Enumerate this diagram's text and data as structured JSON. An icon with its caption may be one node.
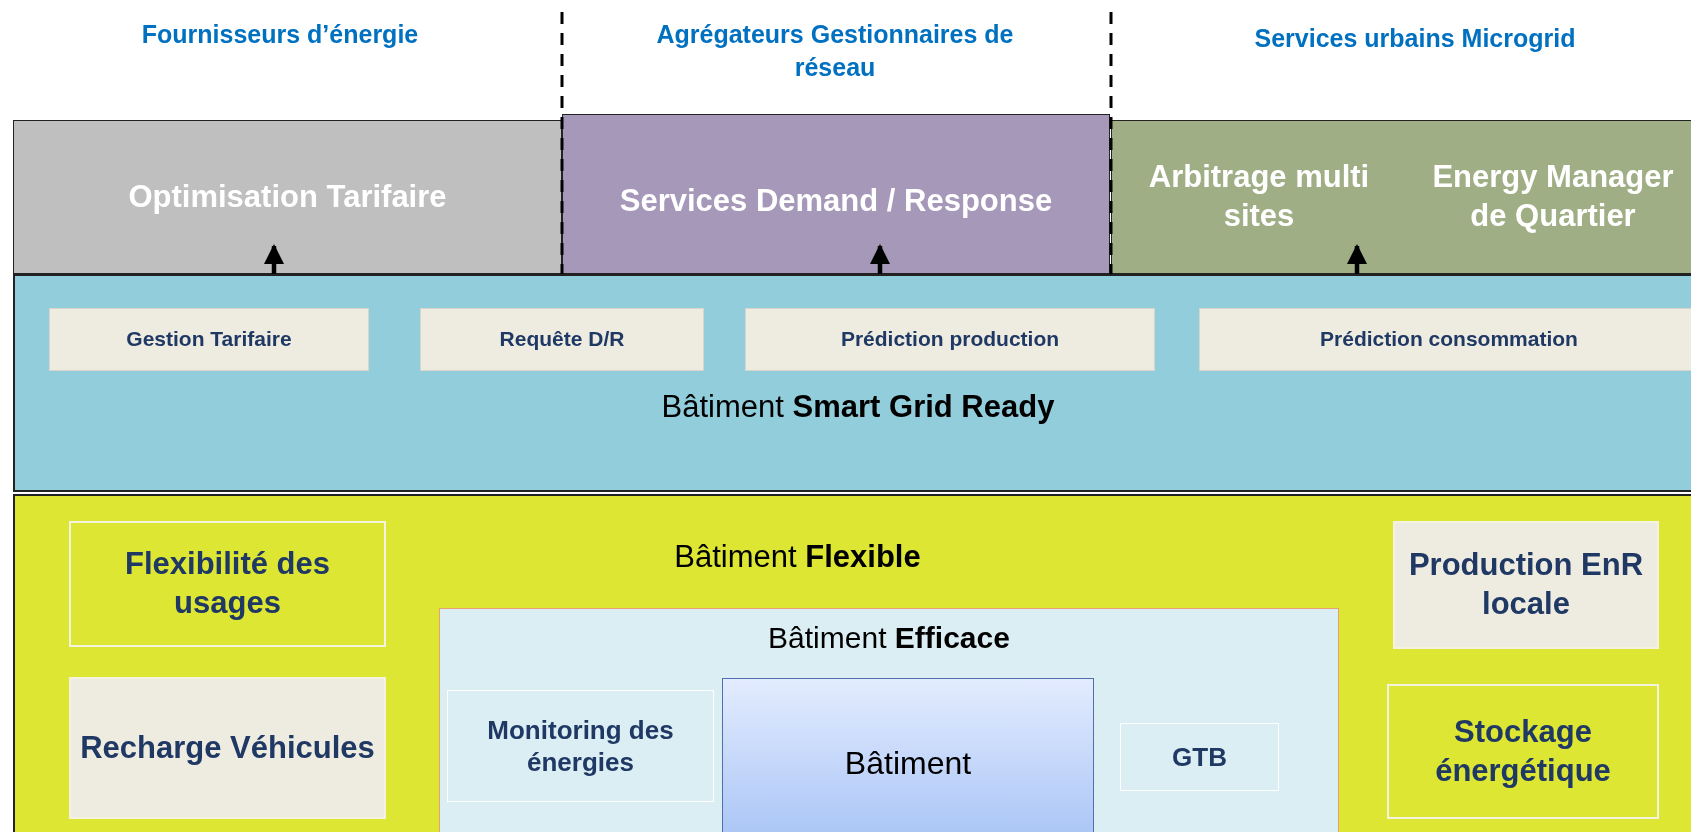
{
  "diagram": {
    "nodes": [
      {
        "text": [
          "Optimisation Tarifaire"
        ]
      },
      {
        "text": [
          "Services Demand / Response"
        ]
      },
      {
        "text": [
          "Arbitrage multi sites",
          "Energy Manager de Quartier"
        ]
      },
      {
        "text": [
          "Bâtiment **Smart Grid Ready**"
        ]
      },
      {
        "text": [
          "Gestion Tarifaire"
        ],
        "in": 3
      },
      {
        "text": [
          "Requête D/R"
        ],
        "in": 3
      },
      {
        "text": [
          "Prédiction production"
        ],
        "in": 3
      },
      {
        "text": [
          "Prédiction consommation"
        ],
        "in": 3
      },
      {
        "text": [
          "Bâtiment **Flexible**"
        ]
      },
      {
        "text": [
          "Flexibilité des usages"
        ],
        "in": 8
      },
      {
        "text": [
          "Recharge Véhicules"
        ],
        "in": 8
      },
      {
        "text": [
          "Production EnR locale"
        ],
        "in": 8
      },
      {
        "text": [
          "Stockage énergétique"
        ],
        "in": 8
      },
      {
        "text": [
          "Bâtiment **Efficace**"
        ],
        "in": 8
      },
      {
        "text": [
          "Monitoring des énergies"
        ],
        "in": 13
      },
      {
        "text": [
          "Bâtiment"
        ],
        "in": 13
      },
      {
        "text": [
          "GTB"
        ],
        "in": 13
      }
    ],
    "edges": [
      {
        "from": 3,
        "to": 0,
        "arrow": "to"
      },
      {
        "from": 3,
        "to": 1,
        "arrow": "to"
      },
      {
        "from": 3,
        "to": 2,
        "arrow": "to"
      }
    ],
    "labels": [
      "Fournisseurs d’énergie",
      "Agrégateurs Gestionnaires de réseau",
      "Services urbains Microgrid"
    ]
  }
}
